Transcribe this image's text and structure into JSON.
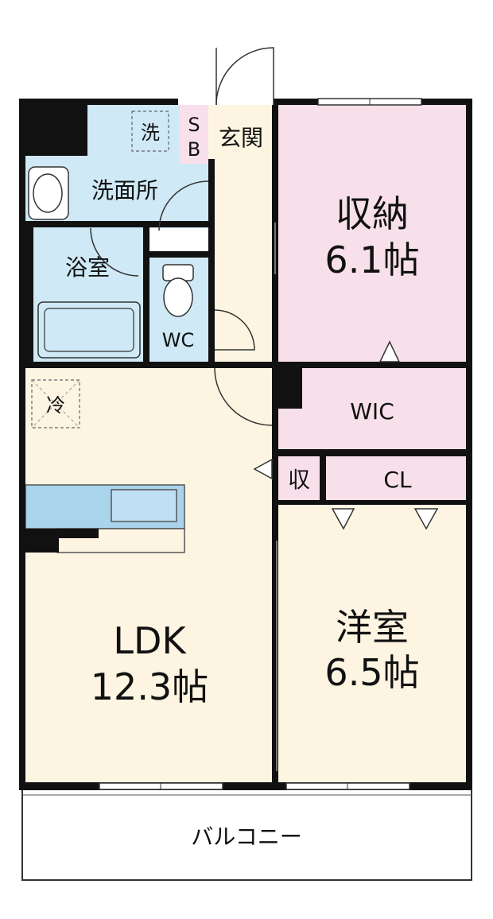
{
  "rooms": {
    "storage_room": {
      "name": "収納",
      "size": "6.1帖"
    },
    "ldk": {
      "name": "LDK",
      "size": "12.3帖"
    },
    "western_room": {
      "name": "洋室",
      "size": "6.5帖"
    },
    "wic": "WIC",
    "closet": "CL",
    "small_storage": "収",
    "washroom": "洗面所",
    "bathroom": "浴室",
    "toilet": "WC",
    "entrance": "玄関",
    "shoe_box_s": "S",
    "shoe_box_b": "B",
    "washer": "洗",
    "fridge": "冷",
    "balcony": "バルコニー"
  },
  "colors": {
    "blue": "#cfe9f6",
    "pink": "#f8e0ea",
    "cream": "#fdf5e1",
    "wall": "#111111",
    "counter": "#a9d4ec"
  }
}
